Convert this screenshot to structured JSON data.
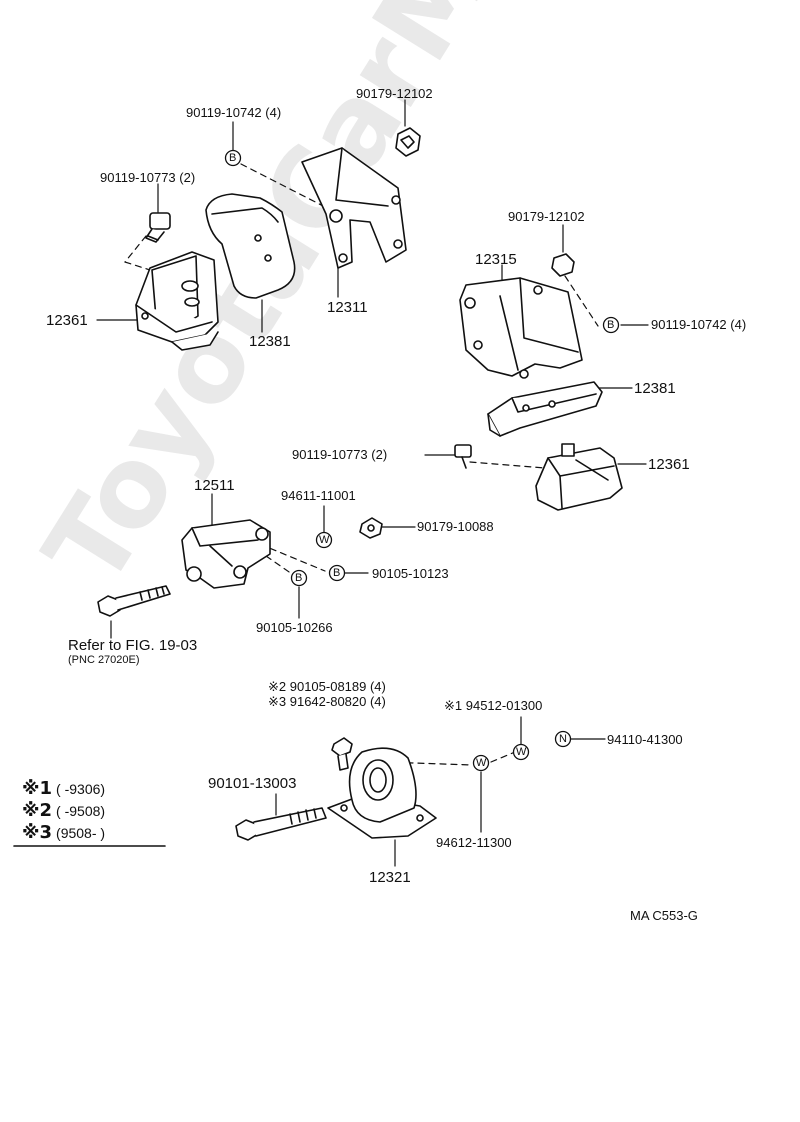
{
  "watermark": "ToyotaCarMe.ru",
  "diagram_code": "MA  C553-G",
  "labels": {
    "p90119_10742_a": "90119-10742  (4)",
    "p90179_12102_a": "90179-12102",
    "p90119_10773_a": "90119-10773 (2)",
    "p12361_a": "12361",
    "p12381_a": "12381",
    "p12311": "12311",
    "p90179_12102_b": "90179-12102",
    "p12315": "12315",
    "p90119_10742_b": "90119-10742  (4)",
    "p12381_b": "12381",
    "p90119_10773_b": "90119-10773 (2)",
    "p12361_b": "12361",
    "p12511": "12511",
    "p94611_11001": "94611-11001",
    "p90179_10088": "90179-10088",
    "p90105_10123": "90105-10123",
    "p90105_10266": "90105-10266",
    "refer_fig": "Refer  to  FIG. 19-03",
    "refer_pnc": "(PNC  27020E)",
    "note2_part": "※2 90105-08189 (4)",
    "note3_part": "※3 91642-80820 (4)",
    "note1_part": "※1 94512-01300",
    "p94110_41300": "94110-41300",
    "p90101_13003": "90101-13003",
    "p94612_11300": "94612-11300",
    "p12321": "12321"
  },
  "callout_letters": {
    "bolt": "B",
    "washer": "W",
    "nut": "N"
  },
  "legend": [
    {
      "mark": "※1",
      "range": "(        -9306)"
    },
    {
      "mark": "※2",
      "range": "(        -9508)"
    },
    {
      "mark": "※3",
      "range": "(9508-          )"
    }
  ]
}
